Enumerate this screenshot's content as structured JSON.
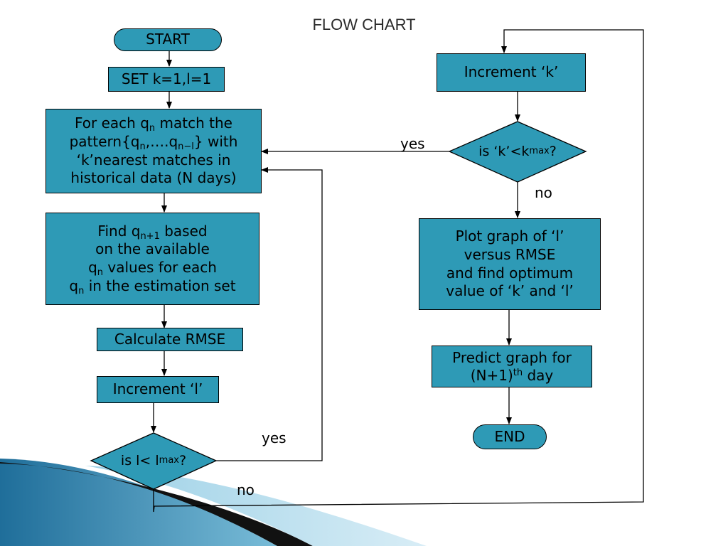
{
  "title": "FLOW CHART",
  "nodes": {
    "start": "START",
    "set": "SET k=1,l=1",
    "match": {
      "l1a": "For each q",
      "l1sub": "n",
      "l1b": " match the",
      "l2a": "pattern{q",
      "l2sub1": "n",
      "l2b": ",….q",
      "l2sub2": "n−l",
      "l2c": "} with",
      "l3": "‘k’nearest matches in",
      "l4": "historical data (N days)"
    },
    "find": {
      "l1a": "Find q",
      "l1sub": "n+1",
      "l1b": " based",
      "l2": "on the available",
      "l3a": "q",
      "l3sub": "n",
      "l3b": " values for each",
      "l4a": "q",
      "l4sub": "n",
      "l4b": " in the estimation set"
    },
    "rmse": "Calculate RMSE",
    "inc_l": "Increment ‘l’",
    "dec_l": {
      "a": "is l< l",
      "sub": "max",
      "b": "?"
    },
    "inc_k": "Increment ‘k’",
    "dec_k": {
      "a": "is ‘k’<k",
      "sub": "max",
      "b": "?"
    },
    "plot": {
      "l1": "Plot graph of ‘l’",
      "l2": "versus RMSE",
      "l3": "and find optimum",
      "l4": "value of ‘k’ and ‘l’"
    },
    "predict": {
      "l1": "Predict graph for",
      "l2a": "(N+1)",
      "l2sup": "th",
      "l2b": " day"
    },
    "end": "END"
  },
  "edge_labels": {
    "k_yes": "yes",
    "k_no": "no",
    "l_yes": "yes",
    "l_no": "no"
  },
  "colors": {
    "node_fill": "#2e9ab6",
    "stroke": "#000000"
  }
}
